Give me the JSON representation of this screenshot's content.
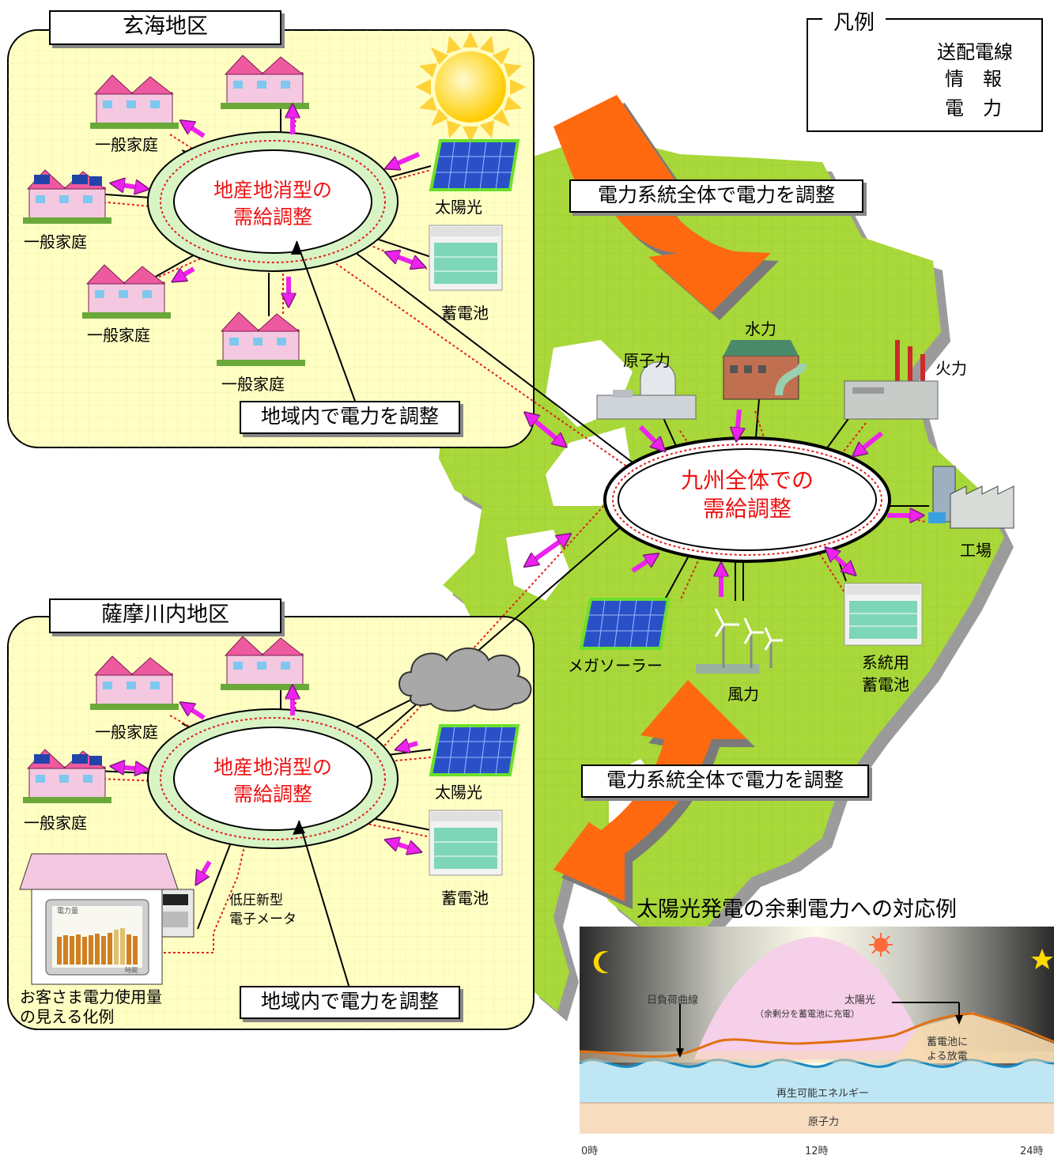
{
  "legend": {
    "title": "凡例",
    "items": [
      {
        "label": "送配電線"
      },
      {
        "label": "情　報"
      },
      {
        "label": "電　力"
      }
    ]
  },
  "region_genkai": {
    "title": "玄海地区",
    "center": [
      "地産地消型の",
      "需給調整"
    ],
    "houses": [
      "一般家庭",
      "一般家庭",
      "一般家庭",
      "一般家庭"
    ],
    "solar": "太陽光",
    "battery": "蓄電池",
    "callout": "地域内で電力を調整"
  },
  "region_satsuma": {
    "title": "薩摩川内地区",
    "center": [
      "地産地消型の",
      "需給調整"
    ],
    "houses": [
      "一般家庭",
      "一般家庭"
    ],
    "solar": "太陽光",
    "battery": "蓄電池",
    "meter": [
      "低圧新型",
      "電子メータ"
    ],
    "display_caption": [
      "お客さま電力使用量",
      "の見える化例"
    ],
    "callout": "地域内で電力を調整"
  },
  "kyushu": {
    "center": [
      "九州全体での",
      "需給調整"
    ],
    "sources": {
      "nuclear": "原子力",
      "hydro": "水力",
      "thermal": "火力",
      "factory": "工場",
      "mega_solar": "メガソーラー",
      "wind": "風力",
      "grid_battery": [
        "系統用",
        "蓄電池"
      ]
    },
    "top_callout": "電力系統全体で電力を調整",
    "bottom_callout": "電力系統全体で電力を調整"
  },
  "inset_chart": {
    "title": "太陽光発電の余剰電力への対応例",
    "labels": {
      "load_curve": "日負荷曲線",
      "solar": "太陽光",
      "solar_note": "（余剰分を蓄電池に充電）",
      "battery_discharge": [
        "蓄電池に",
        "よる放電"
      ],
      "renewable": "再生可能エネルギー",
      "nuclear": "原子力"
    },
    "x_ticks": [
      "0時",
      "12時",
      "24時"
    ]
  },
  "display_widget": {
    "title": "電力量",
    "xlabel": "時間"
  },
  "colors": {
    "region_bg": "#ffffc4",
    "map_green": "#a8d83a",
    "arrow_orange": "#ff6a10",
    "power_arrow": "#ee22ee",
    "info_line": "#e02020",
    "ring": "#d8f4c4"
  }
}
